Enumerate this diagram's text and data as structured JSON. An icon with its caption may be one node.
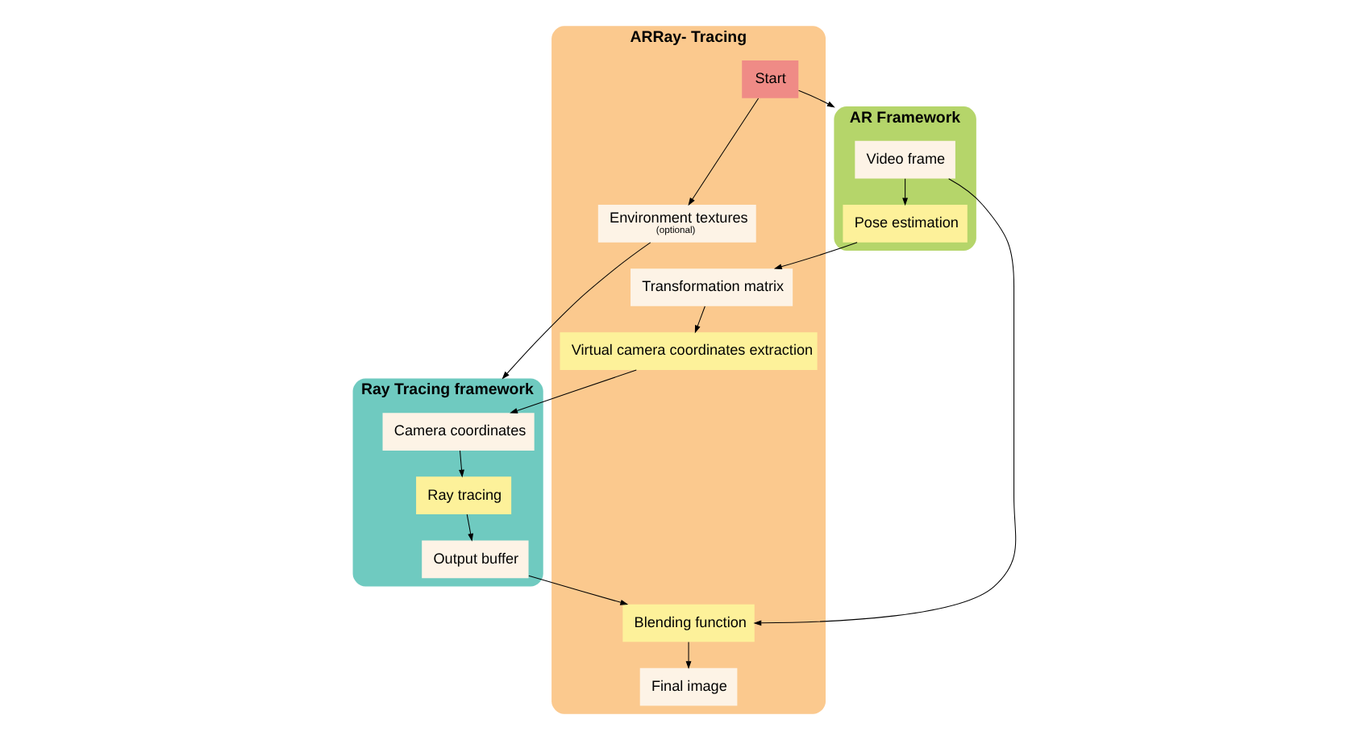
{
  "diagram": {
    "nodes": [
      {
        "text": [
          "ARRay- Tracing"
        ]
      },
      {
        "text": [
          "Start"
        ],
        "in": 0
      },
      {
        "text": [
          "Environment textures",
          "(optional)"
        ],
        "in": 0
      },
      {
        "text": [
          "AR Framework"
        ]
      },
      {
        "text": [
          "Video frame"
        ],
        "in": 3
      },
      {
        "text": [
          "Pose estimation"
        ],
        "in": 3
      },
      {
        "text": [
          "Transformation matrix"
        ],
        "in": 0
      },
      {
        "text": [
          "Ray Tracing framework"
        ]
      },
      {
        "text": [
          "Virtual camera coordinates extraction"
        ],
        "in": 0
      },
      {
        "text": [
          "Camera coordinates"
        ],
        "in": 7
      },
      {
        "text": [
          "Ray tracing"
        ],
        "in": 7
      },
      {
        "text": [
          "Output buffer"
        ],
        "in": 7
      },
      {
        "text": [
          "Blending function"
        ],
        "in": 0
      },
      {
        "text": [
          "Final image"
        ],
        "in": 0
      }
    ],
    "edges": [
      {
        "from": 1,
        "to": 2,
        "arrow": "to"
      },
      {
        "from": 1,
        "to": 3,
        "arrow": "to"
      },
      {
        "from": 2,
        "to": 7,
        "arrow": "to"
      },
      {
        "from": 4,
        "to": 5,
        "arrow": "to"
      },
      {
        "from": 5,
        "to": 6,
        "arrow": "to"
      },
      {
        "from": 6,
        "to": 8,
        "arrow": "to"
      },
      {
        "from": 8,
        "to": 9,
        "arrow": "to"
      },
      {
        "from": 9,
        "to": 10,
        "arrow": "to"
      },
      {
        "from": 10,
        "to": 11,
        "arrow": "to"
      },
      {
        "from": 11,
        "to": 12,
        "arrow": "to"
      },
      {
        "from": 4,
        "to": 12,
        "arrow": "to"
      },
      {
        "from": 12,
        "to": 13,
        "arrow": "to"
      }
    ]
  }
}
